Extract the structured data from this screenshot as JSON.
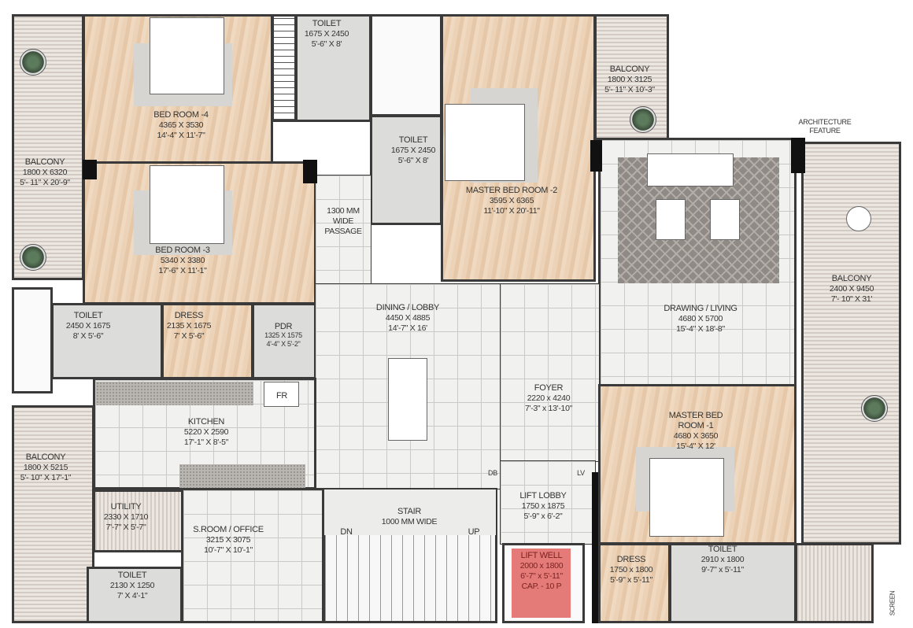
{
  "rooms": {
    "balcony_left_top": {
      "name": "BALCONY",
      "metric": "1800 X 6320",
      "imperial": "5'- 11\" X 20'-9\""
    },
    "bedroom4": {
      "name": "BED ROOM -4",
      "metric": "4365 X 3530",
      "imperial": "14'-4\" X 11'-7\""
    },
    "toilet_top": {
      "name": "TOILET",
      "metric": "1675 X 2450",
      "imperial": "5'-6\" X 8'"
    },
    "toilet_mid": {
      "name": "TOILET",
      "metric": "1675 X 2450",
      "imperial": "5'-6\" X 8'"
    },
    "master_bed2": {
      "name": "MASTER BED ROOM -2",
      "metric": "3595 X 6365",
      "imperial": "11'-10\" X 20'-11\""
    },
    "balcony_top_right": {
      "name": "BALCONY",
      "metric": "1800 X 3125",
      "imperial": "5'- 11\" X 10'-3\""
    },
    "architecture_feature": {
      "line1": "ARCHITECTURE",
      "line2": "FEATURE"
    },
    "passage": {
      "line1": "1300 MM",
      "line2": "WIDE",
      "line3": "PASSAGE"
    },
    "bedroom3": {
      "name": "BED ROOM -3",
      "metric": "5340 X 3380",
      "imperial": "17'-6\" X 11'-1\""
    },
    "drawing_living": {
      "name": "DRAWING  / LIVING",
      "metric": "4680 X 5700",
      "imperial": "15'-4\" X 18'-8\""
    },
    "balcony_right": {
      "name": "BALCONY",
      "metric": "2400 X 9450",
      "imperial": "7'- 10\" X 31'"
    },
    "toilet_left": {
      "name": "TOILET",
      "metric": "2450 X 1675",
      "imperial": "8' X 5'-6\""
    },
    "dress_left": {
      "name": "DRESS",
      "metric": "2135 X 1675",
      "imperial": "7' X 5'-6\""
    },
    "pdr": {
      "name": "PDR",
      "metric": "1325 X 1575",
      "imperial": "4'-4\" X 5'-2\""
    },
    "dining_lobby": {
      "name": "DINING / LOBBY",
      "metric": "4450 X 4885",
      "imperial": "14'-7\" X 16'"
    },
    "fridge": {
      "name": "FR"
    },
    "kitchen": {
      "name": "KITCHEN",
      "metric": "5220 X 2590",
      "imperial": "17'-1\" X 8'-5\""
    },
    "foyer": {
      "name": "FOYER",
      "metric": "2220 x 4240",
      "imperial": "7'-3\" x 13'-10\""
    },
    "master_bed1": {
      "name": "MASTER BED",
      "name2": "ROOM -1",
      "metric": "4680 X 3650",
      "imperial": "15'-4\" X 12'"
    },
    "balcony_left_bottom": {
      "name": "BALCONY",
      "metric": "1800 X 5215",
      "imperial": "5'- 10\" X 17'-1\""
    },
    "utility": {
      "name": "UTILITY",
      "metric": "2330 X 1710",
      "imperial": "7'-7\" X 5'-7\""
    },
    "s_room_office": {
      "name": "S.ROOM / OFFICE",
      "metric": "3215 X 3075",
      "imperial": "10'-7\" X 10'-1\""
    },
    "stair": {
      "name": "STAIR",
      "metric": "1000 MM WIDE",
      "down": "DN",
      "up": "UP"
    },
    "lift_lobby": {
      "name": "LIFT LOBBY",
      "metric": "1750 x 1875",
      "imperial": "5'-9\" x 6'-2\"",
      "db": "DB",
      "lv": "LV"
    },
    "lift_well": {
      "name": "LIFT WELL",
      "metric": "2000 x 1800",
      "imperial": "6'-7\" x 5'-11\"",
      "capacity": "CAP. - 10 P"
    },
    "toilet_bottom_left": {
      "name": "TOILET",
      "metric": "2130 X 1250",
      "imperial": "7' X 4'-1\""
    },
    "dress_bottom": {
      "name": "DRESS",
      "metric": "1750 x 1800",
      "imperial": "5'-9\" x 5'-11\""
    },
    "toilet_bottom_right": {
      "name": "TOILET",
      "metric": "2910 x 1800",
      "imperial": "9'-7\" x 5'-11\""
    },
    "screen": {
      "name": "SCREEN"
    }
  },
  "colors": {
    "wall": "#3a3a3a",
    "wood_floor": "#ecd2b6",
    "tile_floor": "#f1f1ef",
    "wet_area": "#dcdcda",
    "lift_well_highlight": "#e47b78"
  }
}
